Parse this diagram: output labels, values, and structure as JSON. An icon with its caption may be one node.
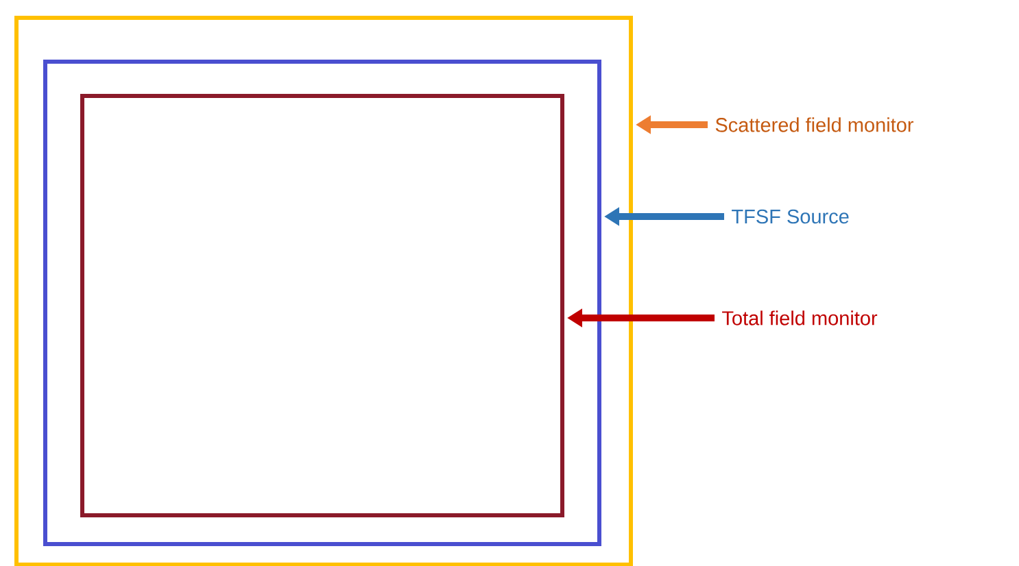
{
  "diagram": {
    "nodes": [
      {
        "text": [],
        "shape": "box"
      },
      {
        "text": [],
        "shape": "box",
        "in": 0
      },
      {
        "text": [],
        "shape": "box",
        "in": 1
      },
      {
        "text": [
          "Scattered field monitor"
        ]
      },
      {
        "text": [
          "TFSF Source"
        ]
      },
      {
        "text": [
          "Total field monitor"
        ]
      }
    ],
    "edges": [
      {
        "from": 3,
        "to": 0,
        "arrow": "to",
        "color": "#ed7d31"
      },
      {
        "from": 4,
        "to": 1,
        "arrow": "to",
        "color": "#2e75b6"
      },
      {
        "from": 5,
        "to": 2,
        "arrow": "to",
        "color": "#c00000"
      }
    ]
  }
}
